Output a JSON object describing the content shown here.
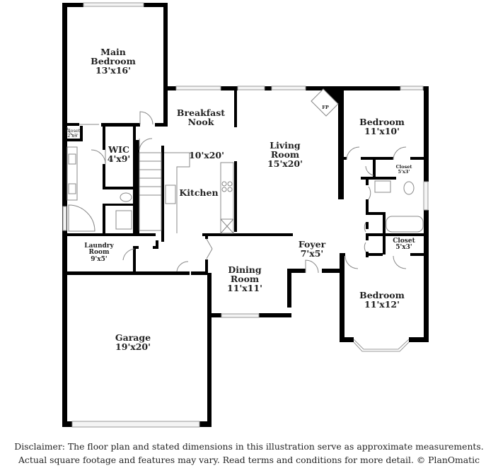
{
  "floor_plan": {
    "rooms": [
      {
        "id": "main-bedroom",
        "name_lines": [
          "Main",
          "Bedroom"
        ],
        "dimensions": "13'x16'"
      },
      {
        "id": "closet-main",
        "name_lines": [
          "Closet"
        ],
        "dimensions": "2'x3'"
      },
      {
        "id": "wic",
        "name_lines": [
          "WIC"
        ],
        "dimensions": "4'x9'"
      },
      {
        "id": "laundry-room",
        "name_lines": [
          "Laundry",
          "Room"
        ],
        "dimensions": "9'x5'"
      },
      {
        "id": "breakfast-nook",
        "name_lines": [
          "Breakfast",
          "Nook"
        ],
        "dimensions": ""
      },
      {
        "id": "kitchen",
        "name_lines": [
          "Kitchen"
        ],
        "dimensions": "10'x20'"
      },
      {
        "id": "living-room",
        "name_lines": [
          "Living",
          "Room"
        ],
        "dimensions": "15'x20'"
      },
      {
        "id": "fireplace",
        "name_lines": [
          "FP"
        ],
        "dimensions": ""
      },
      {
        "id": "bedroom-2",
        "name_lines": [
          "Bedroom"
        ],
        "dimensions": "11'x10'"
      },
      {
        "id": "closet-2",
        "name_lines": [
          "Closet"
        ],
        "dimensions": "5'x3'"
      },
      {
        "id": "closet-3",
        "name_lines": [
          "Closet"
        ],
        "dimensions": "5'x3'"
      },
      {
        "id": "foyer",
        "name_lines": [
          "Foyer"
        ],
        "dimensions": "7'x5'"
      },
      {
        "id": "dining-room",
        "name_lines": [
          "Dining",
          "Room"
        ],
        "dimensions": "11'x11'"
      },
      {
        "id": "bedroom-3",
        "name_lines": [
          "Bedroom"
        ],
        "dimensions": "11'x12'"
      },
      {
        "id": "garage",
        "name_lines": [
          "Garage"
        ],
        "dimensions": "19'x20'"
      }
    ],
    "colors": {
      "wall": "#000000",
      "fixture": "#888888",
      "window": "#cccccc",
      "text": "#222222"
    }
  },
  "disclaimer": {
    "line1": "Disclaimer: The floor plan and stated dimensions in this illustration serve as approximate measurements.",
    "line2": "Actual square footage and features may vary. Read terms and conditions for more detail. © PlanOmatic"
  }
}
